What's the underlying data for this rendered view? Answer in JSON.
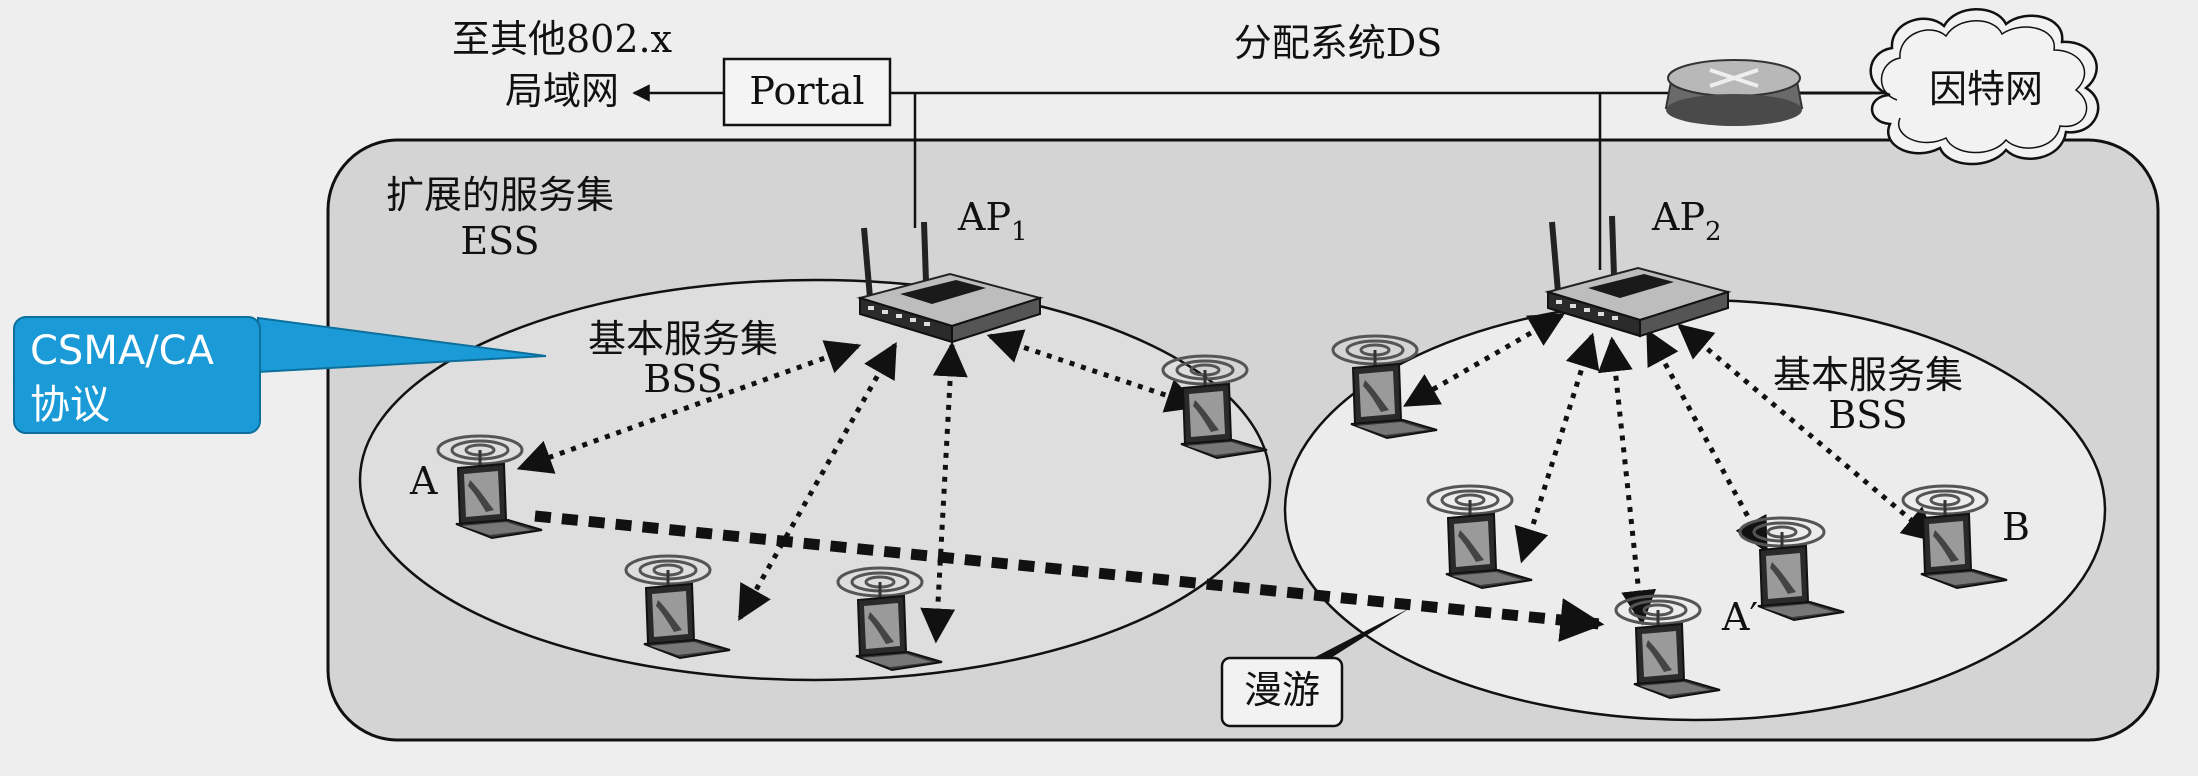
{
  "top_left_label": [
    "至其他802.x",
    "局域网"
  ],
  "portal_label": "Portal",
  "ds_label": "分配系统DS",
  "internet_label": "因特网",
  "ess_label": [
    "扩展的服务集",
    "ESS"
  ],
  "bss_left_label": [
    "基本服务集",
    "BSS"
  ],
  "bss_right_label": [
    "基本服务集",
    "BSS"
  ],
  "ap1_label": {
    "main": "AP",
    "sub": "1"
  },
  "ap2_label": {
    "main": "AP",
    "sub": "2"
  },
  "station_a_label": "A",
  "station_a_prime_label": "A′",
  "station_b_label": "B",
  "roaming_label": "漫游",
  "callout": [
    "CSMA/CA",
    "协议"
  ],
  "colors": {
    "callout_fill": "#1a9ad6",
    "ess_fill": "#d6d6d6",
    "bss_fill": "#e6e6e6",
    "line": "#111111"
  },
  "icons": [
    "wireless-router-icon",
    "laptop-icon",
    "router-icon",
    "cloud-icon"
  ]
}
